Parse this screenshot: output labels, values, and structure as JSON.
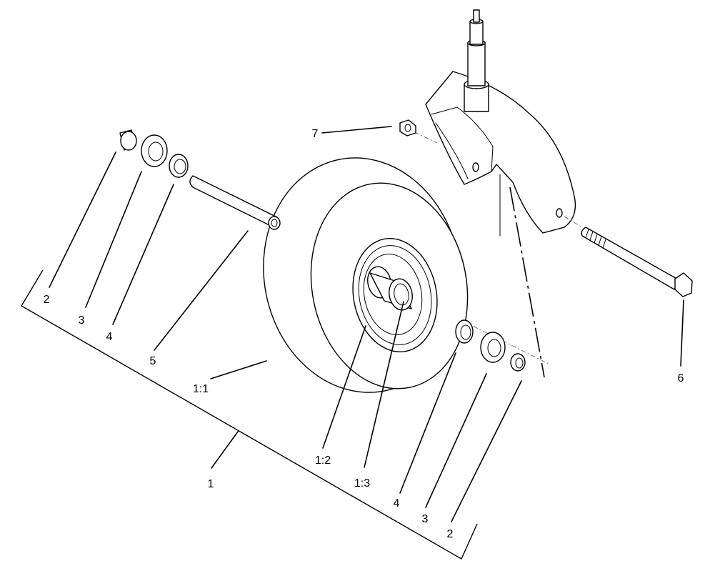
{
  "callouts": {
    "c1": "1",
    "c1_1": "1:1",
    "c1_2": "1:2",
    "c1_3": "1:3",
    "c2_left": "2",
    "c3_left": "3",
    "c4_left": "4",
    "c5": "5",
    "c6": "6",
    "c7": "7",
    "c4_right": "4",
    "c3_right": "3",
    "c2_right": "2"
  },
  "colors": {
    "line": "#000000",
    "background": "#ffffff"
  }
}
